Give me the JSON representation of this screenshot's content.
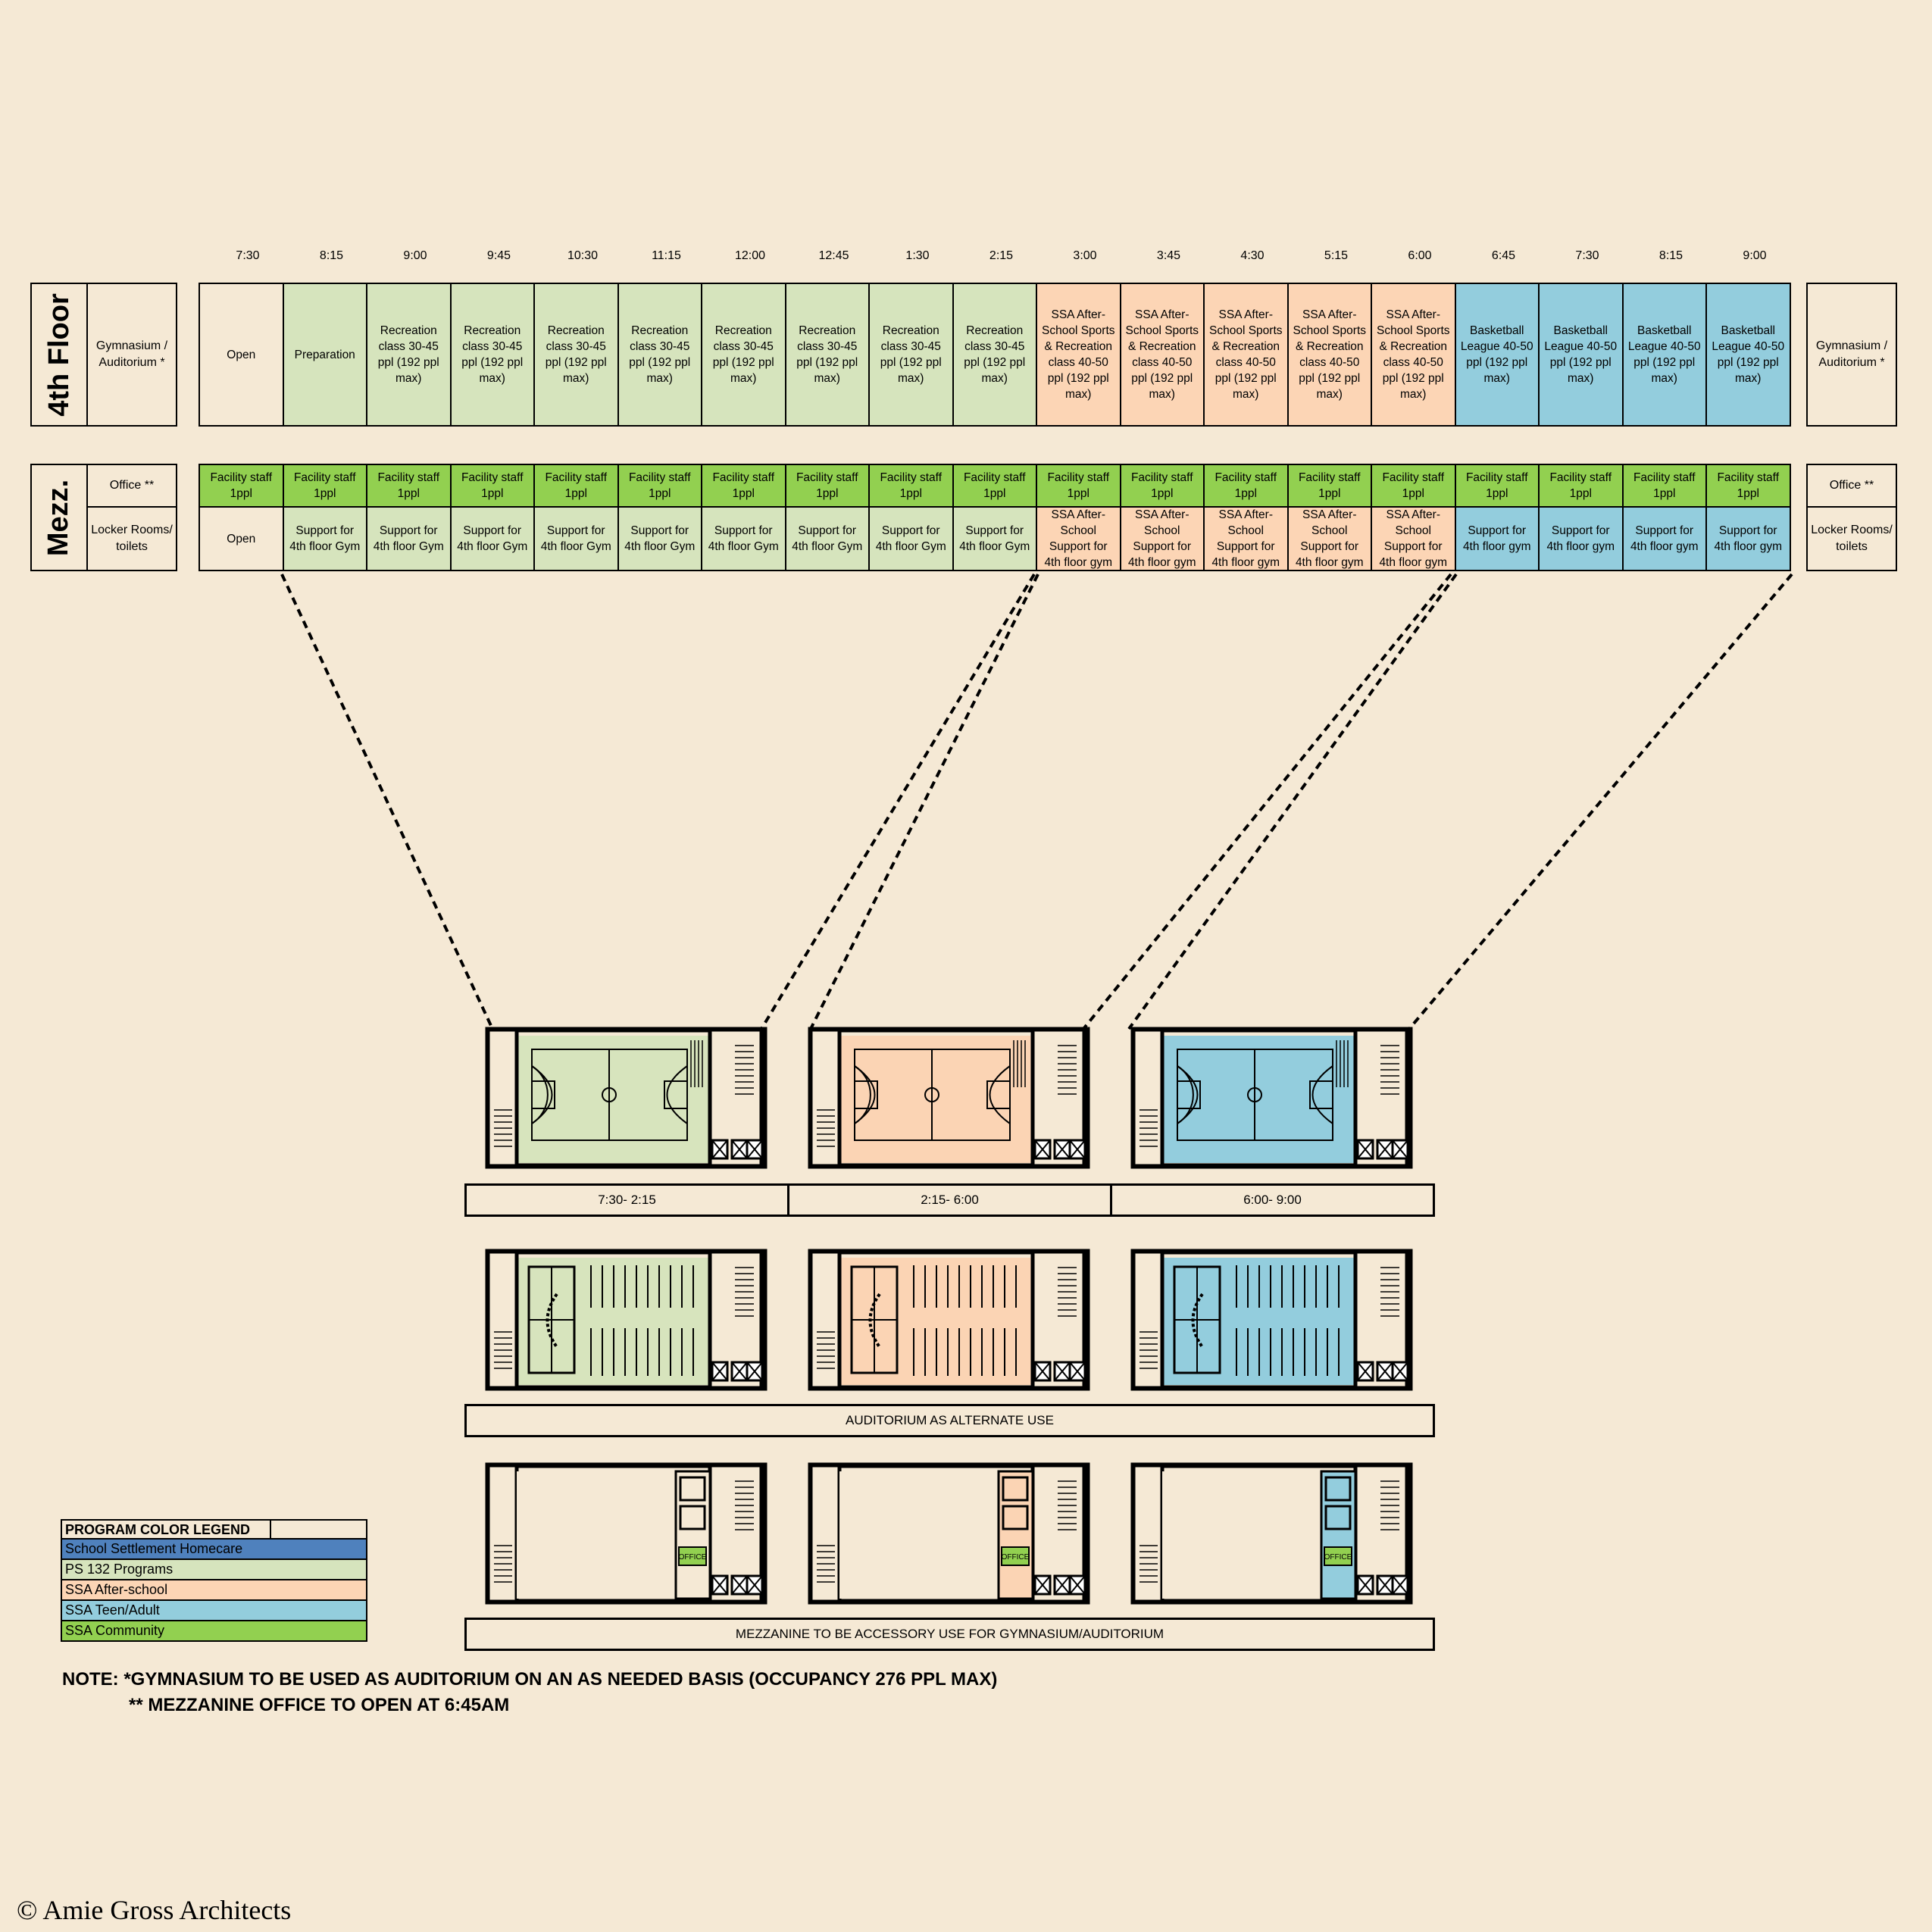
{
  "times": [
    "7:30",
    "8:15",
    "9:00",
    "9:45",
    "10:30",
    "11:15",
    "12:00",
    "12:45",
    "1:30",
    "2:15",
    "3:00",
    "3:45",
    "4:30",
    "5:15",
    "6:00",
    "6:45",
    "7:30",
    "8:15",
    "9:00"
  ],
  "colors": {
    "school_settlement": "#4f81bd",
    "ps132": "#d6e4bd",
    "ssa_afterschool": "#fcd5b5",
    "ssa_teen_adult": "#93cddd",
    "ssa_community": "#92d050",
    "background": "#f5e9d5",
    "plan_green": "#d7e4bd",
    "plan_orange": "#fbd4b4",
    "plan_blue": "#93cddd"
  },
  "fourth_floor": {
    "label": "4th Floor",
    "room": "Gymnasium / Auditorium *",
    "room_right": "Gymnasium / Auditorium *",
    "cells": [
      {
        "text": "Open",
        "color": "none"
      },
      {
        "text": "Preparation",
        "color": "ps132"
      },
      {
        "text": "Recreation class  30-45 ppl (192 ppl max)",
        "color": "ps132"
      },
      {
        "text": "Recreation class  30-45 ppl (192 ppl max)",
        "color": "ps132"
      },
      {
        "text": "Recreation class  30-45 ppl (192 ppl max)",
        "color": "ps132"
      },
      {
        "text": "Recreation class  30-45 ppl (192 ppl max)",
        "color": "ps132"
      },
      {
        "text": "Recreation class  30-45 ppl (192 ppl max)",
        "color": "ps132"
      },
      {
        "text": "Recreation class  30-45 ppl (192 ppl max)",
        "color": "ps132"
      },
      {
        "text": "Recreation class  30-45 ppl (192 ppl max)",
        "color": "ps132"
      },
      {
        "text": "Recreation class  30-45 ppl (192 ppl max)",
        "color": "ps132"
      },
      {
        "text": "SSA After-School Sports & Recreation class  40-50 ppl (192 ppl max)",
        "color": "ssa_afterschool"
      },
      {
        "text": "SSA After-School Sports & Recreation class  40-50 ppl (192 ppl max)",
        "color": "ssa_afterschool"
      },
      {
        "text": "SSA After-School Sports & Recreation class  40-50 ppl (192 ppl max)",
        "color": "ssa_afterschool"
      },
      {
        "text": "SSA After-School Sports & Recreation class  40-50 ppl (192 ppl max)",
        "color": "ssa_afterschool"
      },
      {
        "text": "SSA After-School Sports & Recreation class  40-50 ppl (192 ppl max)",
        "color": "ssa_afterschool"
      },
      {
        "text": "Basketball League 40-50 ppl (192 ppl max)",
        "color": "ssa_teen_adult"
      },
      {
        "text": "Basketball League 40-50 ppl (192 ppl max)",
        "color": "ssa_teen_adult"
      },
      {
        "text": "Basketball League 40-50 ppl (192 ppl max)",
        "color": "ssa_teen_adult"
      },
      {
        "text": "Basketball League 40-50 ppl (192 ppl max)",
        "color": "ssa_teen_adult"
      }
    ]
  },
  "mezzanine": {
    "label": "Mezz.",
    "office": "Office **",
    "office_right": "Office **",
    "locker": "Locker Rooms/ toilets",
    "locker_right": "Locker Rooms/ toilets",
    "staff_text": "Facility staff 1ppl",
    "staff_color": "ssa_community",
    "lower_cells": [
      {
        "text": "Open",
        "color": "none"
      },
      {
        "text": "Support for 4th floor Gym",
        "color": "ps132"
      },
      {
        "text": "Support for 4th floor Gym",
        "color": "ps132"
      },
      {
        "text": "Support for 4th floor Gym",
        "color": "ps132"
      },
      {
        "text": "Support for 4th floor Gym",
        "color": "ps132"
      },
      {
        "text": "Support for 4th floor Gym",
        "color": "ps132"
      },
      {
        "text": "Support for 4th floor Gym",
        "color": "ps132"
      },
      {
        "text": "Support for 4th floor Gym",
        "color": "ps132"
      },
      {
        "text": "Support for 4th floor Gym",
        "color": "ps132"
      },
      {
        "text": "Support for 4th floor Gym",
        "color": "ps132"
      },
      {
        "text": "SSA After-School Support for 4th floor gym",
        "color": "ssa_afterschool"
      },
      {
        "text": "SSA After-School Support for 4th floor gym",
        "color": "ssa_afterschool"
      },
      {
        "text": "SSA After-School Support for 4th floor gym",
        "color": "ssa_afterschool"
      },
      {
        "text": "SSA After-School Support for 4th floor gym",
        "color": "ssa_afterschool"
      },
      {
        "text": "SSA After-School Support for 4th floor gym",
        "color": "ssa_afterschool"
      },
      {
        "text": "Support for 4th floor gym",
        "color": "ssa_teen_adult"
      },
      {
        "text": "Support for 4th floor gym",
        "color": "ssa_teen_adult"
      },
      {
        "text": "Support for 4th floor gym",
        "color": "ssa_teen_adult"
      },
      {
        "text": "Support for 4th floor gym",
        "color": "ssa_teen_adult"
      }
    ]
  },
  "plan_bands": {
    "gym_periods": [
      "7:30- 2:15",
      "2:15- 6:00",
      "6:00- 9:00"
    ],
    "auditorium": "AUDITORIUM AS ALTERNATE USE",
    "mezzanine": "MEZZANINE TO BE ACCESSORY USE FOR GYMNASIUM/AUDITORIUM",
    "office_tag": "OFFICE"
  },
  "legend": {
    "title": "PROGRAM COLOR LEGEND",
    "items": [
      {
        "label": "School Settlement  Homecare",
        "color": "school_settlement"
      },
      {
        "label": "PS 132 Programs",
        "color": "ps132"
      },
      {
        "label": "SSA After-school",
        "color": "ssa_afterschool"
      },
      {
        "label": "SSA Teen/Adult",
        "color": "ssa_teen_adult"
      },
      {
        "label": "SSA Community",
        "color": "ssa_community"
      }
    ]
  },
  "notes": {
    "line1": "NOTE: *GYMNASIUM TO BE USED AS AUDITORIUM ON AN AS NEEDED BASIS (OCCUPANCY 276 PPL MAX)",
    "line2": "** MEZZANINE OFFICE TO OPEN AT 6:45AM"
  },
  "credit": "© Amie Gross Architects"
}
